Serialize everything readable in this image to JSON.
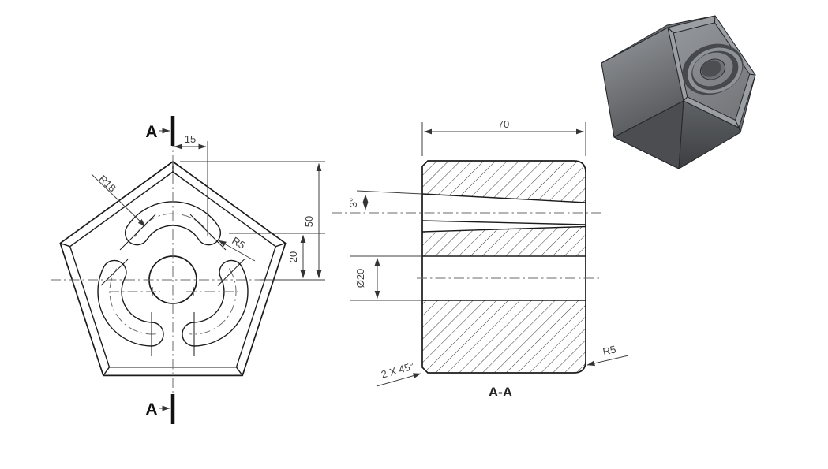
{
  "drawing": {
    "front_view": {
      "section_marker_top": "A",
      "section_marker_bottom": "A",
      "dim_offset": "15",
      "dim_total_height": "50",
      "dim_slot_height": "20",
      "slot_radius_label": "R18",
      "slot_end_radius_label": "R5"
    },
    "section_view": {
      "dim_length": "70",
      "taper_angle_label": "3°",
      "bore_label": "Ø20",
      "chamfer_label": "2 X 45°",
      "corner_radius_label": "R5",
      "title": "A-A"
    }
  },
  "colors": {
    "background": "#ffffff",
    "object_line": "#1b1b1b",
    "centerline": "#6a6a6a",
    "dimension": "#3f3f3f",
    "hatch": "#3a3a3a",
    "metal_light": "#96999d",
    "metal_mid": "#7d8084",
    "metal_dark": "#46484c"
  }
}
